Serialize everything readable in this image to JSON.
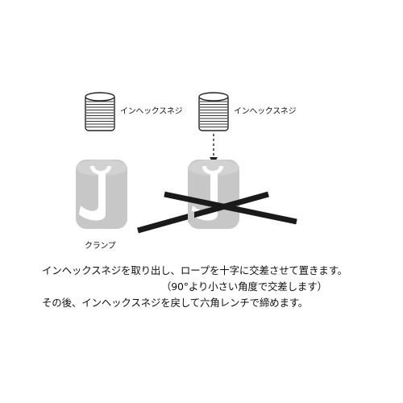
{
  "labels": {
    "screw_left": "インヘックスネジ",
    "screw_right": "インヘックスネジ",
    "clamp": "クランプ"
  },
  "instructions": {
    "line1": "インヘックスネジを取り出し、ロープを十字に交差させて置きます。",
    "line2": "（90°より小さい角度で交差します）",
    "line3": "その後、インヘックスネジを戻して六角レンチで締めます。"
  },
  "colors": {
    "clamp_fill": "#c7c7c7",
    "clamp_shadow": "#b5b5b5",
    "rope": "#1a1a1a",
    "screw_stroke": "#222222",
    "text": "#111111"
  }
}
